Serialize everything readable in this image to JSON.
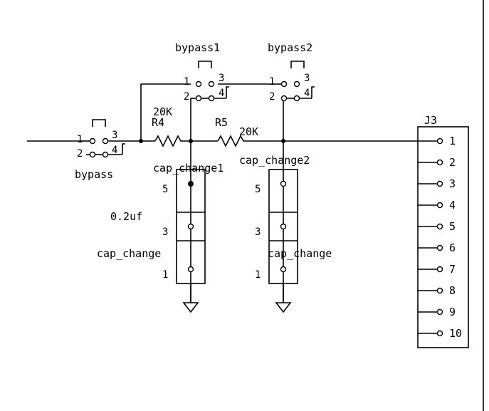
{
  "switches": {
    "bypass1": {
      "label": "bypass1",
      "pins": [
        "1",
        "2",
        "3",
        "4"
      ]
    },
    "bypass2": {
      "label": "bypass2",
      "pins": [
        "1",
        "2",
        "3",
        "4"
      ]
    },
    "bypass": {
      "label": "bypass",
      "pins": [
        "1",
        "2",
        "3",
        "4"
      ]
    }
  },
  "resistors": {
    "r4": {
      "ref": "R4",
      "value": "20K"
    },
    "r5": {
      "ref": "R5",
      "value": "20K"
    }
  },
  "capacitors": {
    "cap1": {
      "ref": "cap_change1",
      "part": "cap_change",
      "value": "0.2uf",
      "pins": [
        "5",
        "3",
        "1"
      ]
    },
    "cap2": {
      "ref": "cap_change2",
      "part": "cap_change",
      "pins": [
        "5",
        "3",
        "1"
      ]
    }
  },
  "connector": {
    "ref": "J3",
    "pins": [
      "1",
      "2",
      "3",
      "4",
      "5",
      "6",
      "7",
      "8",
      "9",
      "10"
    ]
  }
}
